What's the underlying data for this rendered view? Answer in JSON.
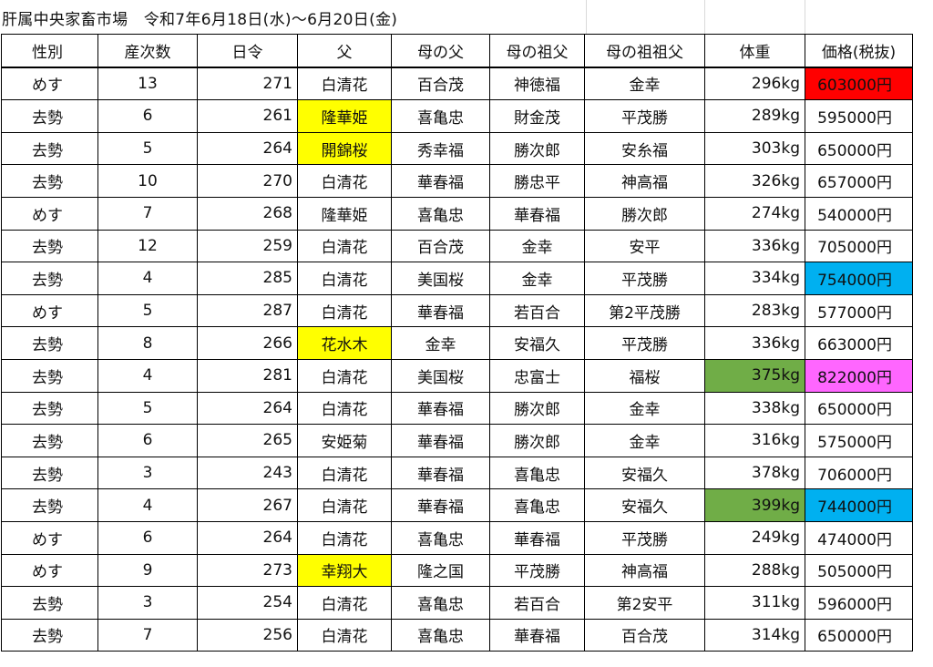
{
  "title": "肝属中央家畜市場　令和7年6月18日(水)～6月20日(金)",
  "headers": [
    "性別",
    "産次数",
    "日令",
    "父",
    "母の父",
    "母の祖父",
    "母の祖祖父",
    "体重",
    "価格(税抜)"
  ],
  "rows": [
    [
      "めす",
      "13",
      "271",
      "白清花",
      "百合茂",
      "神徳福",
      "金幸",
      "296kg",
      "603000円"
    ],
    [
      "去勢",
      "6",
      "261",
      "隆華姫",
      "喜亀忠",
      "財金茂",
      "平茂勝",
      "289kg",
      "595000円"
    ],
    [
      "去勢",
      "5",
      "264",
      "開錦桜",
      "秀幸福",
      "勝次郎",
      "安糸福",
      "303kg",
      "650000円"
    ],
    [
      "去勢",
      "10",
      "270",
      "白清花",
      "華春福",
      "勝忠平",
      "神高福",
      "326kg",
      "657000円"
    ],
    [
      "めす",
      "7",
      "268",
      "隆華姫",
      "喜亀忠",
      "華春福",
      "勝次郎",
      "274kg",
      "540000円"
    ],
    [
      "去勢",
      "12",
      "259",
      "白清花",
      "百合茂",
      "金幸",
      "安平",
      "336kg",
      "705000円"
    ],
    [
      "去勢",
      "4",
      "285",
      "白清花",
      "美国桜",
      "金幸",
      "平茂勝",
      "334kg",
      "754000円"
    ],
    [
      "めす",
      "5",
      "287",
      "白清花",
      "華春福",
      "若百合",
      "第2平茂勝",
      "283kg",
      "577000円"
    ],
    [
      "去勢",
      "8",
      "266",
      "花水木",
      "金幸",
      "安福久",
      "平茂勝",
      "336kg",
      "663000円"
    ],
    [
      "去勢",
      "4",
      "281",
      "白清花",
      "美国桜",
      "忠富士",
      "福桜",
      "375kg",
      "822000円"
    ],
    [
      "去勢",
      "5",
      "264",
      "白清花",
      "華春福",
      "勝次郎",
      "金幸",
      "338kg",
      "650000円"
    ],
    [
      "去勢",
      "6",
      "265",
      "安姫菊",
      "華春福",
      "勝次郎",
      "金幸",
      "316kg",
      "575000円"
    ],
    [
      "去勢",
      "3",
      "243",
      "白清花",
      "華春福",
      "喜亀忠",
      "安福久",
      "378kg",
      "706000円"
    ],
    [
      "去勢",
      "4",
      "267",
      "白清花",
      "華春福",
      "喜亀忠",
      "安福久",
      "399kg",
      "744000円"
    ],
    [
      "めす",
      "6",
      "264",
      "白清花",
      "喜亀忠",
      "華春福",
      "平茂勝",
      "249kg",
      "474000円"
    ],
    [
      "めす",
      "9",
      "273",
      "幸翔大",
      "隆之国",
      "平茂勝",
      "神高福",
      "288kg",
      "505000円"
    ],
    [
      "去勢",
      "3",
      "254",
      "白清花",
      "喜亀忠",
      "若百合",
      "第2安平",
      "311kg",
      "596000円"
    ],
    [
      "去勢",
      "7",
      "256",
      "白清花",
      "喜亀忠",
      "華春福",
      "百合茂",
      "314kg",
      "650000円"
    ]
  ],
  "highlight_colors": {
    "yellow": "#ffff00",
    "red": "#ff0000",
    "blue": "#00b0f0",
    "green": "#70ad47",
    "pink": "#ff66ff"
  },
  "highlights": [
    {
      "row": 0,
      "col": 8,
      "color": "red"
    },
    {
      "row": 1,
      "col": 3,
      "color": "yellow"
    },
    {
      "row": 2,
      "col": 3,
      "color": "yellow"
    },
    {
      "row": 6,
      "col": 8,
      "color": "blue"
    },
    {
      "row": 8,
      "col": 3,
      "color": "yellow"
    },
    {
      "row": 9,
      "col": 7,
      "color": "green"
    },
    {
      "row": 9,
      "col": 8,
      "color": "pink"
    },
    {
      "row": 13,
      "col": 7,
      "color": "green"
    },
    {
      "row": 13,
      "col": 8,
      "color": "blue"
    },
    {
      "row": 15,
      "col": 3,
      "color": "yellow"
    }
  ]
}
